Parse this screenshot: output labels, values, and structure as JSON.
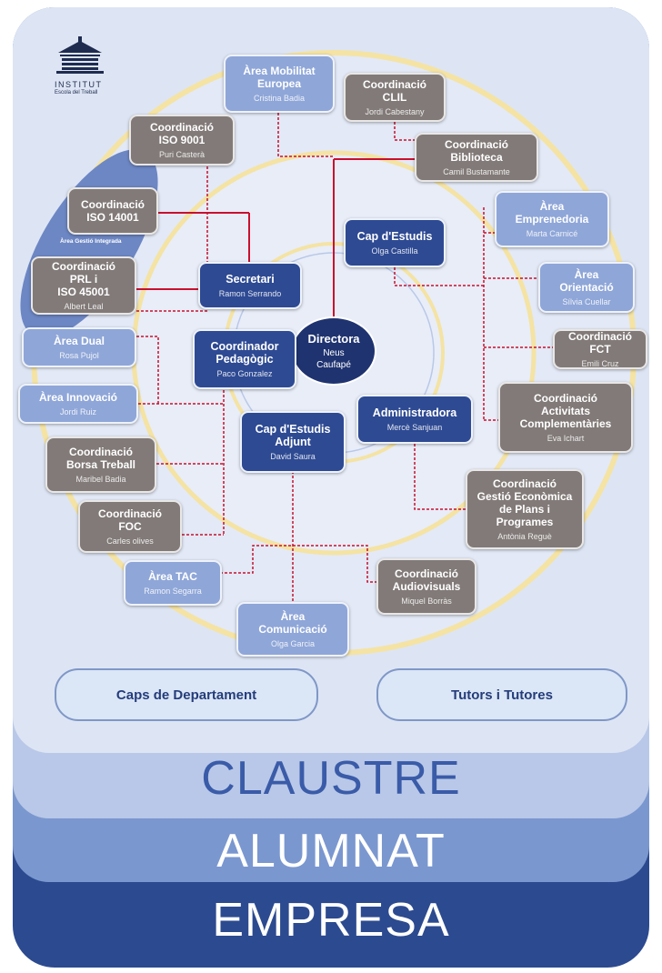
{
  "logo": {
    "name": "INSTITUT",
    "subtitle": "Escola del Treball"
  },
  "directora": {
    "title": "Directora",
    "name": "Neus\nCaufapé"
  },
  "ellipse_label": "Àrea Gestió Integrada",
  "boxes": {
    "area_mobilitat": {
      "title": "Àrea Mobilitat\nEuropea",
      "name": "Cristina Badia"
    },
    "coord_clil": {
      "title": "Coordinació\nCLIL",
      "name": "Jordi Cabestany"
    },
    "coord_iso9001": {
      "title": "Coordinació\nISO 9001",
      "name": "Puri Casterà"
    },
    "coord_biblioteca": {
      "title": "Coordinació\nBiblioteca",
      "name": "Camil Bustamante"
    },
    "coord_iso14001": {
      "title": "Coordinació\nISO 14001",
      "name": ""
    },
    "coord_prl": {
      "title": "Coordinació\nPRL i\nISO 45001",
      "name": "Albert Leal"
    },
    "area_emprenedoria": {
      "title": "Àrea\nEmprenedoria",
      "name": "Marta Carnicé"
    },
    "cap_estudis": {
      "title": "Cap d'Estudis",
      "name": "Olga Castilla"
    },
    "secretari": {
      "title": "Secretari",
      "name": "Ramon Serrando"
    },
    "area_orientacio": {
      "title": "Àrea\nOrientació",
      "name": "Sílvia Cuellar"
    },
    "area_dual": {
      "title": "Àrea Dual",
      "name": "Rosa Pujol"
    },
    "coord_pedagogic": {
      "title": "Coordinador\nPedagògic",
      "name": "Paco Gonzalez"
    },
    "coord_fct": {
      "title": "Coordinació FCT",
      "name": "Emili Cruz"
    },
    "area_innovacio": {
      "title": "Àrea Innovació",
      "name": "Jordi Ruiz"
    },
    "coord_activitats": {
      "title": "Coordinació\nActivitats\nComplementàries",
      "name": "Eva Ichart"
    },
    "administradora": {
      "title": "Administradora",
      "name": "Mercè Sanjuan"
    },
    "cap_estudis_adjunt": {
      "title": "Cap d'Estudis\nAdjunt",
      "name": "David Saura"
    },
    "coord_borsa": {
      "title": "Coordinació\nBorsa Treball",
      "name": "Maribel Badia"
    },
    "coord_gestio": {
      "title": "Coordinació\nGestió Econòmica\nde Plans i\nProgrames",
      "name": "Antònia Reguè"
    },
    "coord_foc": {
      "title": "Coordinació\nFOC",
      "name": "Carles olives"
    },
    "area_tac": {
      "title": "Àrea TAC",
      "name": "Ramon Segarra"
    },
    "coord_audiovisuals": {
      "title": "Coordinació\nAudiovisuals",
      "name": "Miquel Borràs"
    },
    "area_comunicacio": {
      "title": "Àrea\nComunicació",
      "name": "Olga Garcia"
    }
  },
  "pills": {
    "caps": "Caps de Departament",
    "tutors": "Tutors i Tutores"
  },
  "bands": {
    "claustre": "CLAUSTRE",
    "alumnat": "ALUMNAT",
    "empresa": "EMPRESA"
  },
  "colors": {
    "empresa": "#2c4a8f",
    "alumnat": "#7a97cf",
    "claustre": "#b9c8e8",
    "ring": "#f4e3a3",
    "red_line": "#c8102e",
    "gray_box": "#817a78",
    "light_blue_box": "#8fa6d8",
    "dark_blue_box": "#2e4a93"
  }
}
